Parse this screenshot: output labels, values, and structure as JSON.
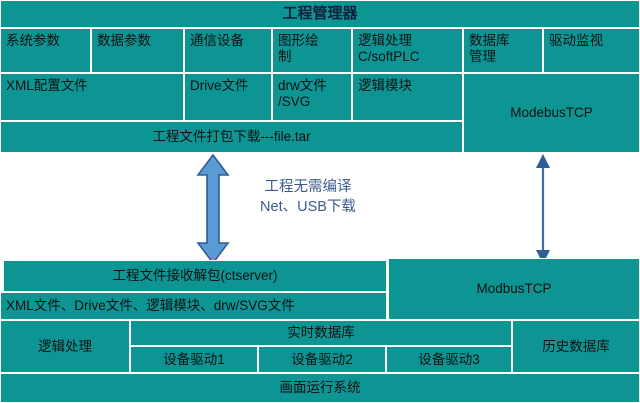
{
  "header": {
    "title": "工程管理器"
  },
  "top_section": {
    "module_headers": [
      {
        "label": "系统参数"
      },
      {
        "label": "数据参数"
      },
      {
        "label": "通信设备"
      },
      {
        "label": "图形绘\n制"
      },
      {
        "label": "逻辑处理\nC/softPLC"
      },
      {
        "label": "数据库\n管理"
      },
      {
        "label": "驱动监视"
      }
    ],
    "artifacts": [
      {
        "label": "XML配置文件"
      },
      {
        "label": "Drive文件"
      },
      {
        "label": "drw文件\n/SVG"
      },
      {
        "label": "逻辑模块"
      }
    ],
    "package_label": "工程文件打包下载---file.tar",
    "protocol_label": "ModebusTCP"
  },
  "middle": {
    "note_line1": "工程无需编译",
    "note_line2": "Net、USB下载",
    "note_text": "工程无需编译\nNet、USB下载",
    "left_arrow_name": "download-arrow",
    "right_arrow_name": "modbus-arrow"
  },
  "bottom_section": {
    "receiver_label": "工程文件接收解包(ctserver)",
    "files_label": "XML文件、Drive文件、逻辑模块、drw/SVG文件",
    "protocol_label": "ModbusTCP",
    "logic_label": "逻辑处理",
    "realtime_db_label": "实时数据库",
    "drivers": [
      {
        "label": "设备驱动1"
      },
      {
        "label": "设备驱动2"
      },
      {
        "label": "设备驱动3"
      }
    ],
    "history_db_label": "历史数据库",
    "runtime_label": "画面运行系统"
  },
  "colors": {
    "teal": "#0D9594",
    "arrow_fill": "#5B9BD5",
    "arrow_stroke": "#2E5F94",
    "thin_arrow": "#2E5F94",
    "text_dark": "#101010",
    "note_text": "#3C5C8E",
    "title_text": "#0f1f3d",
    "divider": "#ffffff"
  }
}
